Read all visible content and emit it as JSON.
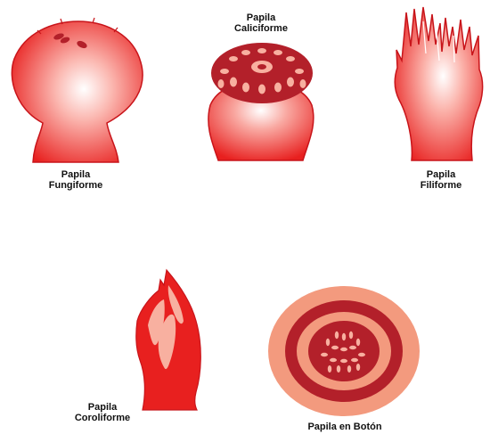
{
  "diagram": {
    "colors": {
      "red": "#e8201f",
      "dark_red": "#b3202a",
      "highlight": "#ffffff",
      "pale": "#f8b0a0",
      "salmon": "#f39a7e",
      "outline": "#c8141a"
    },
    "papillae": [
      {
        "id": "fungiforme",
        "line1": "Papila",
        "line2": "Fungiforme"
      },
      {
        "id": "caliciforme",
        "line1": "Papila",
        "line2": "Caliciforme"
      },
      {
        "id": "filiforme",
        "line1": "Papila",
        "line2": "Filiforme"
      },
      {
        "id": "coroliforme",
        "line1": "Papila",
        "line2": "Coroliforme"
      },
      {
        "id": "boton",
        "line1": "Papila en Botón"
      }
    ]
  }
}
